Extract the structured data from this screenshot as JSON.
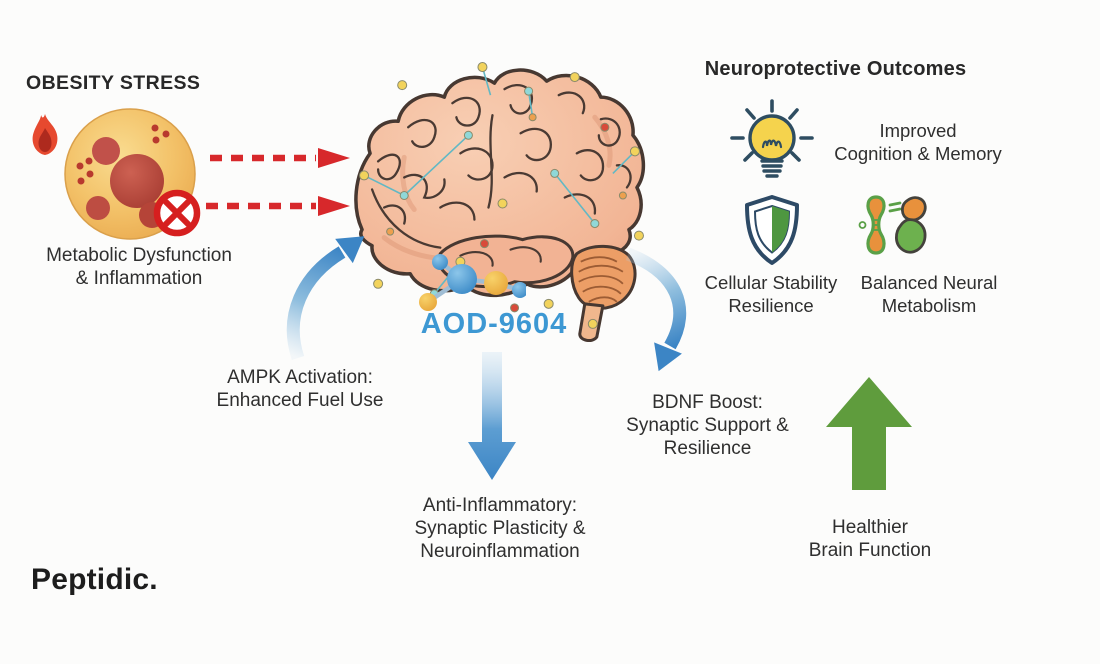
{
  "page": {
    "background": "#fcfcfb"
  },
  "brand": {
    "logo_text": "Peptidic."
  },
  "obesity": {
    "title": "OBESITY STRESS",
    "caption": "Metabolic Dysfunction\n& Inflammation",
    "icons": [
      "flame-icon",
      "fat-cell-icon",
      "no-entry-icon"
    ]
  },
  "brain": {
    "compound_label": "AOD-9604",
    "illustration": "brain-with-neural-nodes",
    "molecule_icon": "peptide-molecule-icon"
  },
  "pathways": {
    "ampk": "AMPK Activation:\nEnhanced Fuel Use",
    "anti_inflammatory": "Anti-Inflammatory:\nSynaptic Plasticity &\nNeuroinflammation",
    "bdnf": "BDNF Boost:\nSynaptic Support &\nResilience",
    "healthier": "Healthier\nBrain Function"
  },
  "outcomes": {
    "title": "Neuroprotective Outcomes",
    "items": [
      {
        "icon": "lightbulb-icon",
        "label": "Improved\nCognition & Memory"
      },
      {
        "icon": "shield-icon",
        "label": "Cellular Stability\nResilience"
      },
      {
        "icon": "mitochondria-icon",
        "label": "Balanced Neural\nMetabolism"
      }
    ]
  },
  "colors": {
    "arrow_blue": "#3C85C5",
    "arrow_red": "#D7282B",
    "arrow_green": "#5F9C3D",
    "compound_blue": "#3D98D3",
    "text": "#2F2F2F"
  }
}
